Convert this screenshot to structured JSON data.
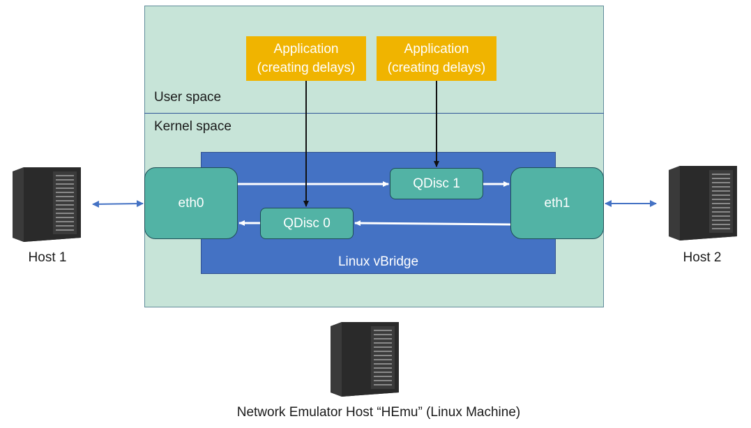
{
  "user_space_label": "User space",
  "kernel_space_label": "Kernel space",
  "app_left": {
    "line1": "Application",
    "line2": "(creating delays)"
  },
  "app_right": {
    "line1": "Application",
    "line2": "(creating delays)"
  },
  "bridge_label": "Linux vBridge",
  "eth0": "eth0",
  "eth1": "eth1",
  "qdisc0": "QDisc 0",
  "qdisc1": "QDisc 1",
  "host1": "Host 1",
  "host2": "Host 2",
  "caption": "Network Emulator Host “HEmu” (Linux Machine)",
  "icons": [
    "server-tower-icon"
  ],
  "colors": {
    "container_bg": "#c7e4d8",
    "application": "#f0b400",
    "bridge": "#4472c4",
    "interface": "#52b3a5",
    "link_arrow": "#4472c4"
  }
}
